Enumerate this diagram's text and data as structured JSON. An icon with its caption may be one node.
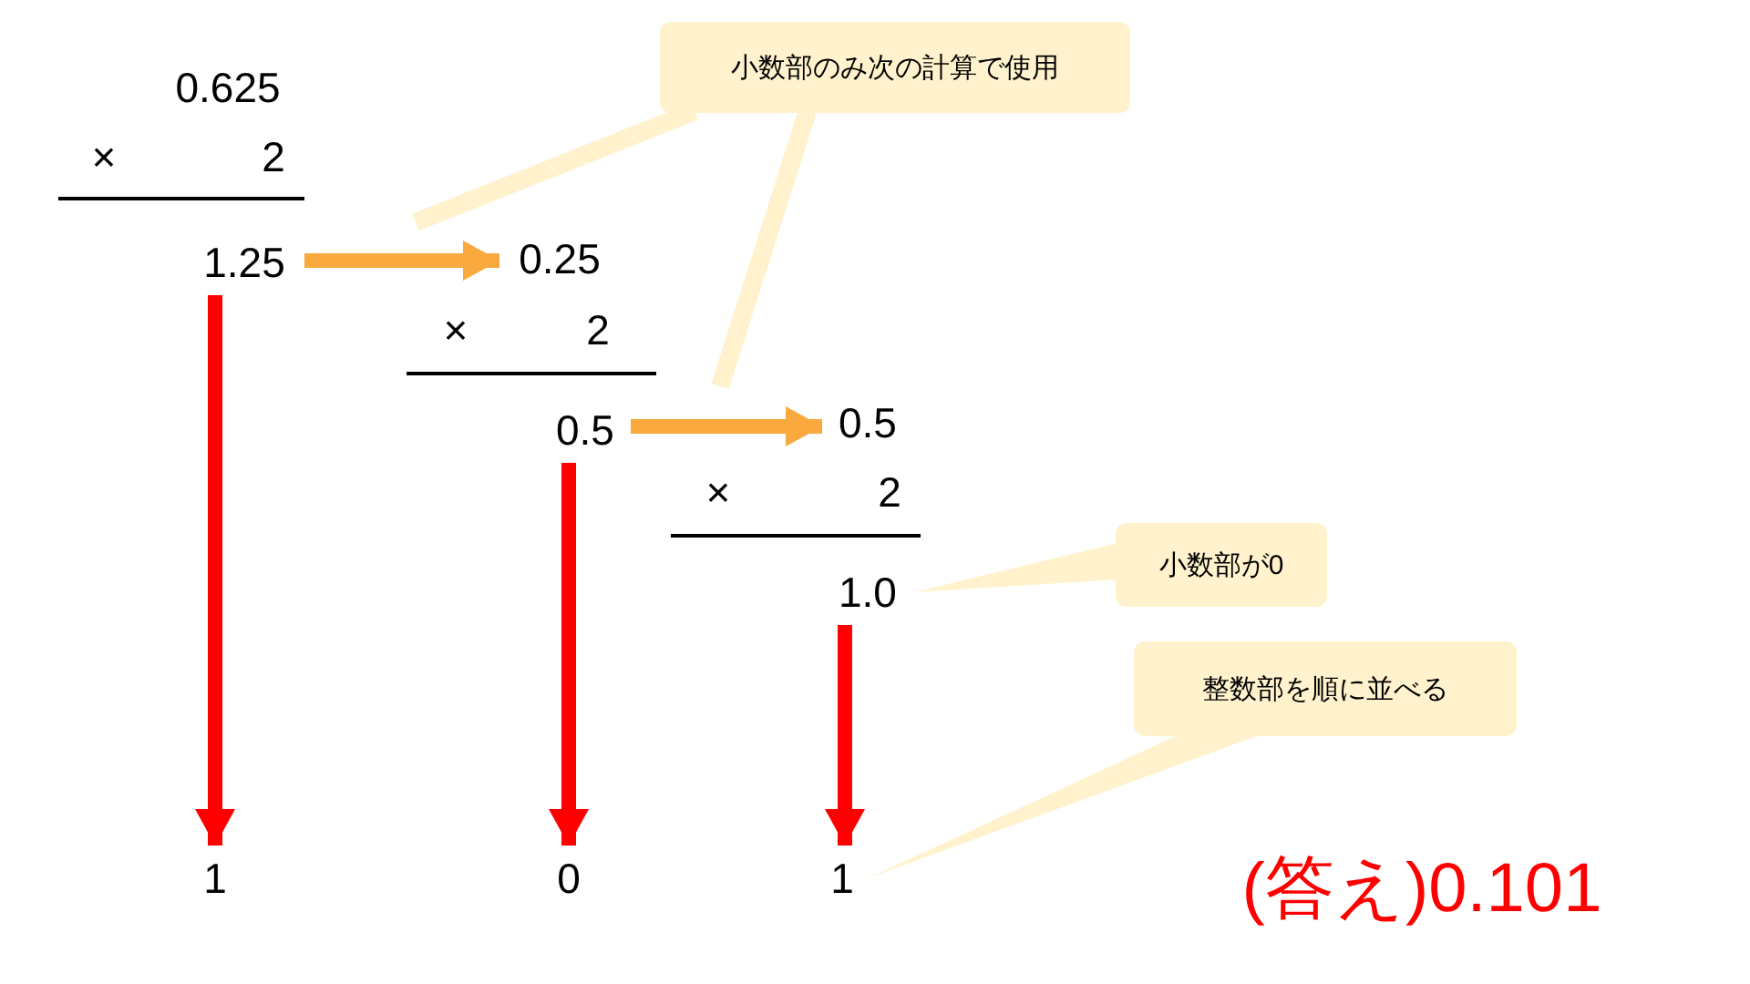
{
  "diagram": {
    "nodes": [
      {
        "text": [
          "1.25"
        ]
      },
      {
        "text": [
          "0.25"
        ]
      },
      {
        "text": [
          "0.5"
        ]
      },
      {
        "text": [
          "0.5"
        ]
      },
      {
        "text": [
          "1.0"
        ]
      },
      {
        "text": [
          "1"
        ]
      },
      {
        "text": [
          "0"
        ]
      },
      {
        "text": [
          "1"
        ]
      },
      {
        "text": [
          "小数部のみ次の計算で使用"
        ]
      },
      {
        "text": [
          "小数部が0"
        ]
      },
      {
        "text": [
          "整数部を順に並べる"
        ]
      }
    ],
    "edges": [
      {
        "from": 0,
        "to": 1,
        "arrow": "to",
        "color": "#f9a93d"
      },
      {
        "from": 0,
        "to": 5,
        "arrow": "to",
        "color": "#ff0000"
      },
      {
        "from": 2,
        "to": 3,
        "arrow": "to",
        "color": "#f9a93d"
      },
      {
        "from": 2,
        "to": 6,
        "arrow": "to",
        "color": "#ff0000"
      },
      {
        "from": 4,
        "to": 7,
        "arrow": "to",
        "color": "#ff0000"
      },
      {
        "from": 8,
        "to": null,
        "arrow": "none",
        "color": "#fff2cc"
      },
      {
        "from": 8,
        "to": null,
        "arrow": "none",
        "color": "#fff2cc"
      },
      {
        "from": 9,
        "to": 4,
        "arrow": "none",
        "color": "#fff2cc"
      },
      {
        "from": 10,
        "to": 7,
        "arrow": "none",
        "color": "#fff2cc"
      }
    ],
    "labels": [
      "0.625",
      "×",
      "2",
      "×",
      "2",
      "×",
      "2",
      "(答え)0.101"
    ]
  }
}
